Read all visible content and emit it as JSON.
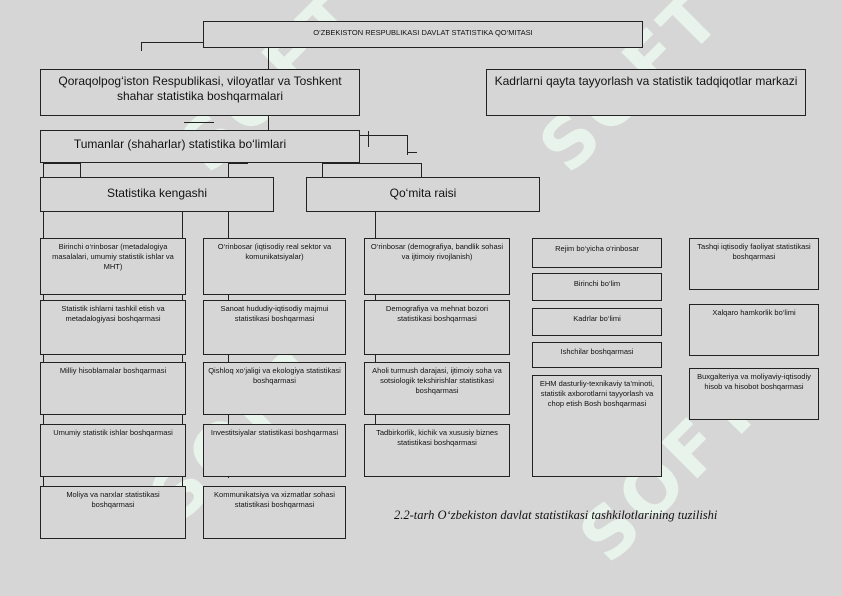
{
  "watermark": {
    "text": "SOFT"
  },
  "top": {
    "title": "O‘ZBEKISTON RESPUBLIKASI DAVLAT STATISTIKA QO‘MITASI"
  },
  "level2": {
    "regional": "Qoraqolpog‘iston Respublikasi, viloyatlar va Toshkent shahar statistika boshqarmalari",
    "training": "Kadrlarni qayta tayyorlash va statistik tadqiqotlar markazi"
  },
  "level3": {
    "districts": "Tumanlar (shaharlar) statistika bo‘limlari"
  },
  "level4": {
    "council": "Statistika kengashi",
    "chairman": "Qo‘mita raisi"
  },
  "col1": [
    "Birinchi o‘rinbosar (metadalogiya masalalari, umumiy statistik ishlar va MHT)",
    "Statistik ishlarni tashkil etish va metadalogiyasi boshqarmasi",
    "Milliy hisoblamalar boshqarmasi",
    "Umumiy statistik ishlar boshqarmasi",
    "Moliya va narxlar statistikasi boshqarmasi"
  ],
  "col2": [
    "O‘rinbosar (iqtisodiy real sektor va komunikatsiyalar)",
    "Sanoat hududiy-iqtisodiy majmui statistikasi boshqarmasi",
    "Qishloq xo‘jaligi va ekologiya statistikasi boshqarmasi",
    "Investitsiyalar statistikasi boshqarmasi",
    "Kommunikatsiya va xizmatlar sohasi statistikasi boshqarmasi"
  ],
  "col3": [
    "O‘rinbosar (demografiya, bandlik sohasi va ijtimoiy rivojlanish)",
    "Demografiya va mehnat bozori statistikasi boshqarmasi",
    "Aholi turmush darajasi, ijtimoiy soha va sotsiologik tekshirishlar statistikasi boshqarmasi",
    "Tadbirkorlik, kichik va xususiy biznes statistikasi boshqarmasi"
  ],
  "col4": [
    "Rejim bo‘yicha o‘rinbosar",
    "Birinchi bo‘lim",
    "Kadrlar bo‘limi",
    "Ishchilar boshqarmasi",
    "EHM dasturliy-texnikaviy ta’minoti, statistik axborotlarni tayyorlash va chop etish Bosh boshqarmasi"
  ],
  "col5": [
    "Tashqi iqtisodiy faoliyat statistikasi boshqarmasi",
    "Xalqaro hamkorlik bo‘limi",
    "Buxgalteriya va moliyaviy-iqtisodiy hisob va hisobot boshqarmasi"
  ],
  "caption": "2.2-tarh O‘zbekiston davlat statistikasi tashkilotlarining tuzilishi"
}
